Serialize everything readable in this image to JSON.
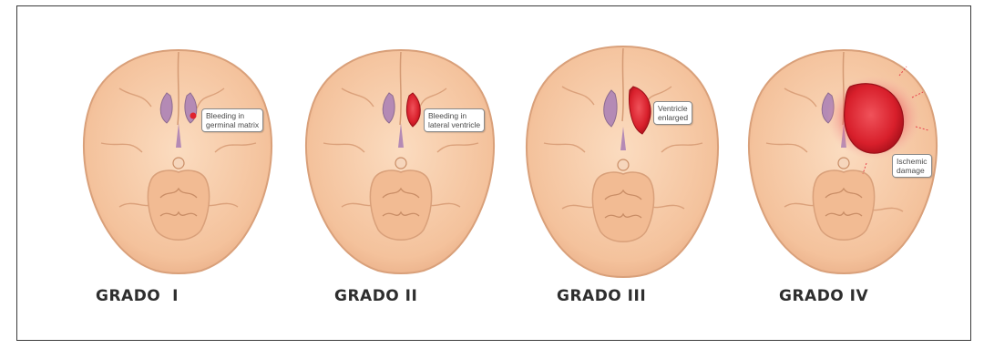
{
  "panels": [
    {
      "grade": "GRADO  I",
      "callout": [
        "Bleeding in",
        "germinal matrix"
      ]
    },
    {
      "grade": "GRADO II",
      "callout": [
        "Bleeding in",
        "lateral ventricle"
      ]
    },
    {
      "grade": "GRADO III",
      "callout": [
        "Ventricle",
        "enlarged"
      ]
    },
    {
      "grade": "GRADO IV",
      "callout": [
        "Ischemic",
        "damage"
      ]
    }
  ],
  "colors": {
    "brain_fill": "#f6c9a4",
    "brain_outline": "#d9a07a",
    "ventricle": "#b48ab5",
    "bleed": "#e0222d",
    "border": "#3a3a3a",
    "label_text": "#2e2e2e"
  }
}
